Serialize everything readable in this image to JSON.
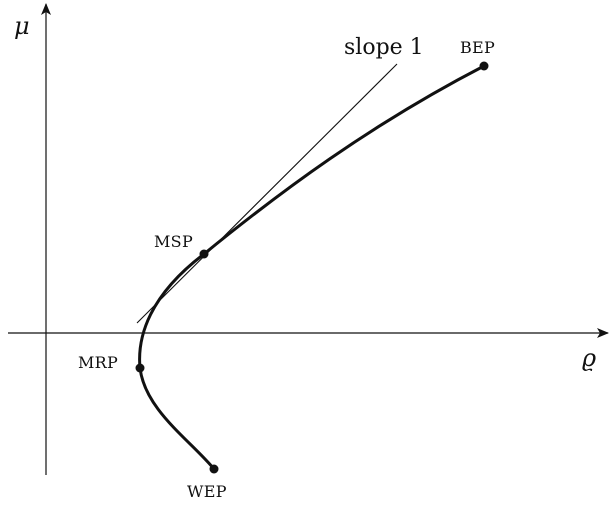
{
  "axes": {
    "y_label": "μ",
    "x_label": "ϱ"
  },
  "annotation": {
    "tangent_label": "slope 1"
  },
  "points": {
    "bep": "BEP",
    "msp": "MSP",
    "mrp": "MRP",
    "wep": "WEP"
  },
  "colors": {
    "ink": "#111111",
    "background": "#ffffff"
  }
}
